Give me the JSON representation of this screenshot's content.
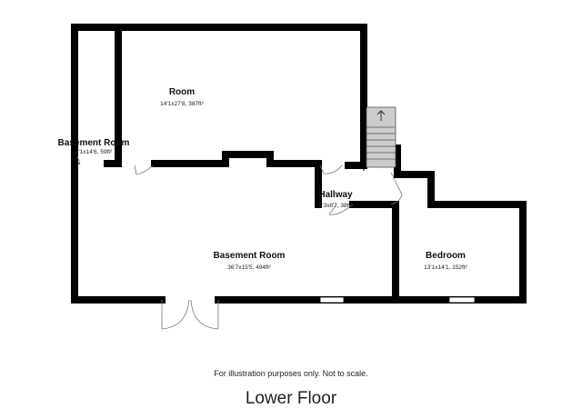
{
  "rooms": [
    {
      "name": "Room",
      "dims": "14'1x27'8, 387ft²"
    },
    {
      "name": "Basement Room",
      "dims": "4'1x14'6, 59ft²"
    },
    {
      "name": "Hallway",
      "dims": "5'3x8'7, 38ft²"
    },
    {
      "name": "Basement Room",
      "dims": "36'7x15'5, 494ft²"
    },
    {
      "name": "Bedroom",
      "dims": "13'1x14'1, 152ft²"
    }
  ],
  "footer": {
    "disclaimer": "For illustration purposes only. Not to scale.",
    "floor_title": "Lower Floor"
  },
  "colors": {
    "wall": "#000000",
    "stairs": "#cccccc",
    "background": "#ffffff"
  },
  "icons": [
    "stairs-up-arrow-icon"
  ]
}
